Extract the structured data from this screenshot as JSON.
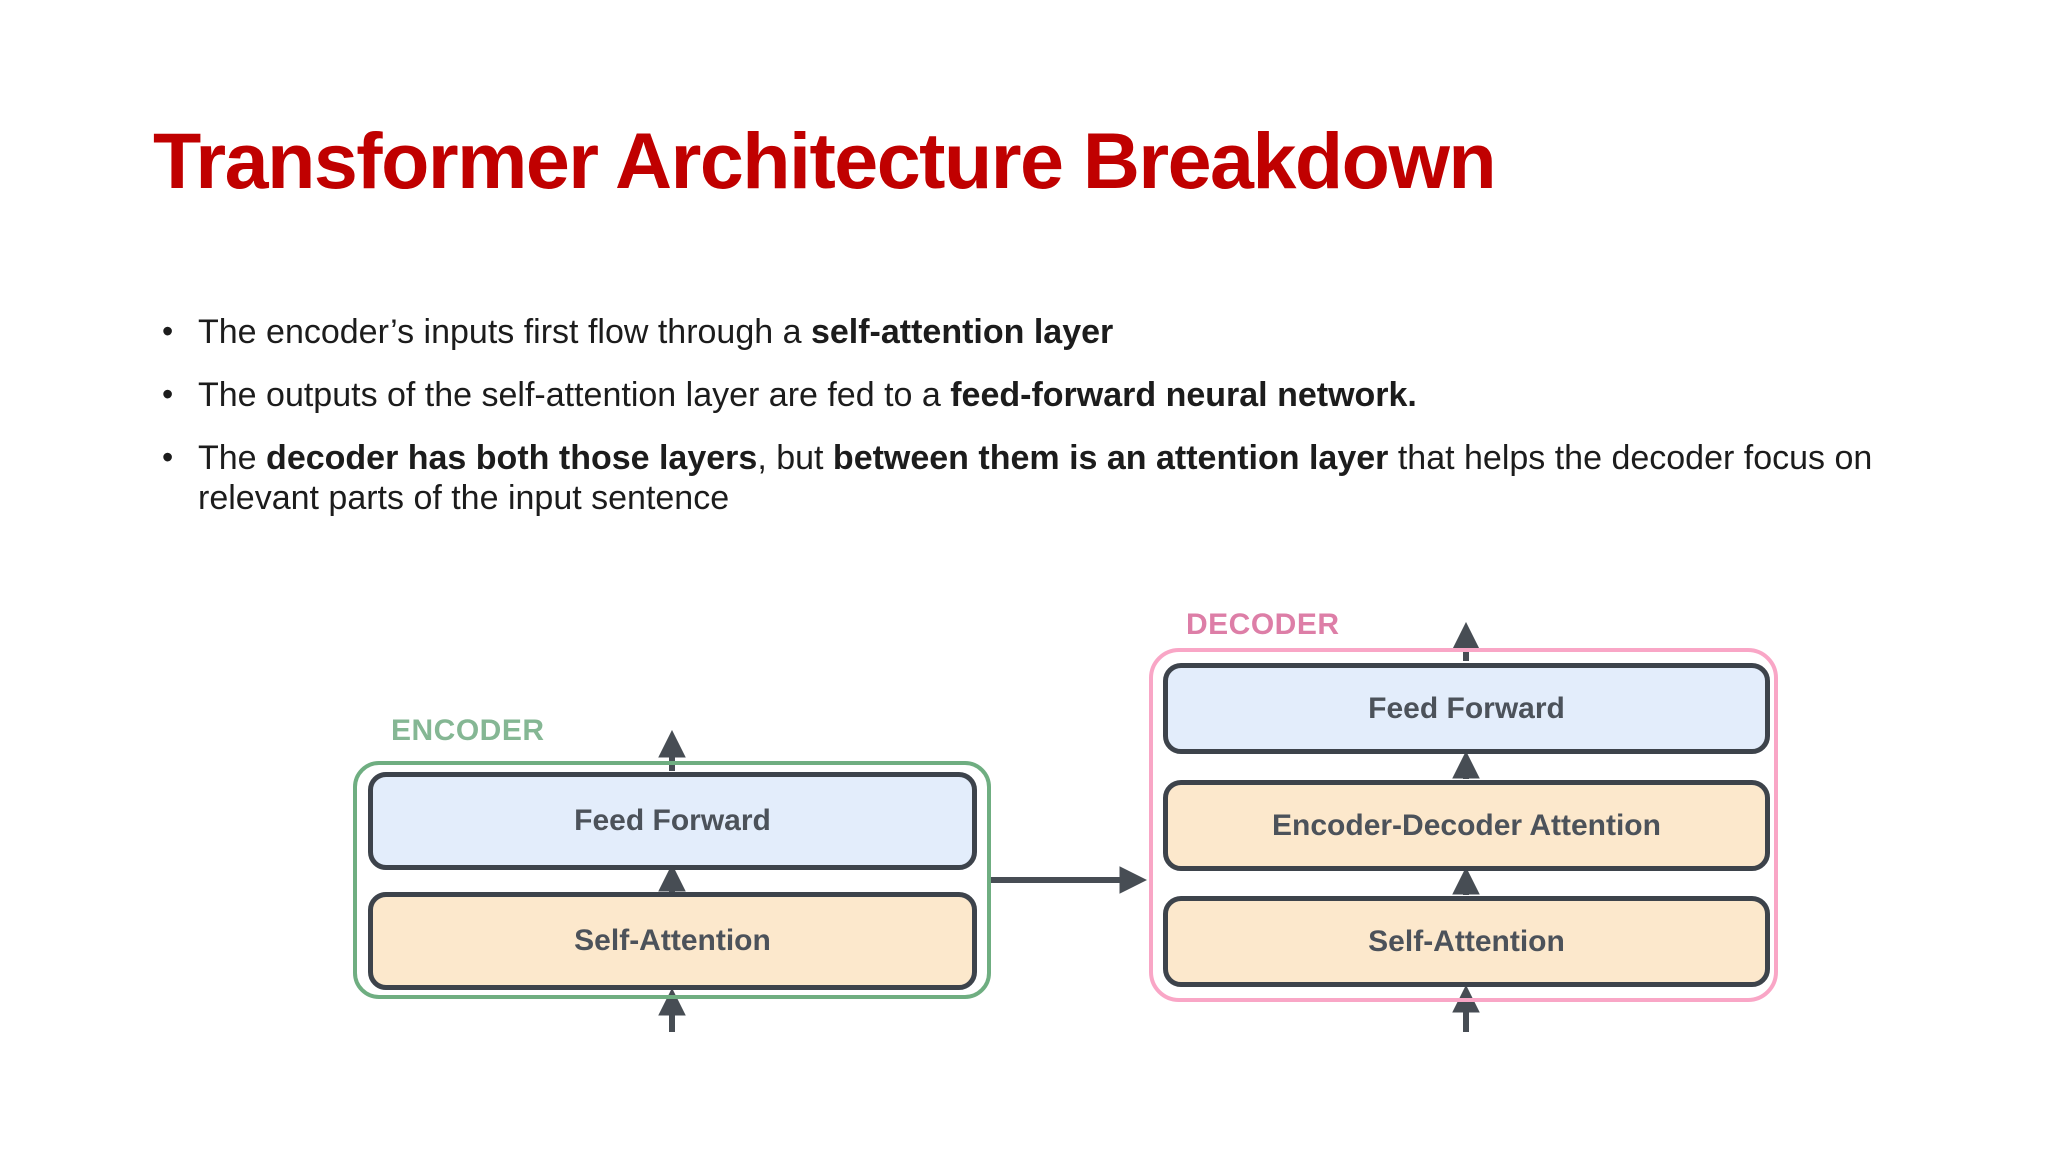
{
  "slide": {
    "title": "Transformer Architecture Breakdown",
    "bullets": [
      {
        "segments": [
          {
            "text": "The encoder’s inputs first flow through a ",
            "bold": false
          },
          {
            "text": "self-attention layer",
            "bold": true
          }
        ]
      },
      {
        "segments": [
          {
            "text": "The outputs of the self-attention layer are fed to a ",
            "bold": false
          },
          {
            "text": "feed-forward neural network.",
            "bold": true
          }
        ]
      },
      {
        "segments": [
          {
            "text": "The ",
            "bold": false
          },
          {
            "text": "decoder has both those layers",
            "bold": true
          },
          {
            "text": ", but ",
            "bold": false
          },
          {
            "text": "between them is an attention layer",
            "bold": true
          },
          {
            "text": " that helps the decoder focus on relevant parts of the input sentence",
            "bold": false
          }
        ]
      }
    ]
  },
  "diagram": {
    "encoder": {
      "label": "ENCODER",
      "blocks": [
        {
          "label": "Feed Forward",
          "kind": "feed-forward"
        },
        {
          "label": "Self-Attention",
          "kind": "attention"
        }
      ]
    },
    "decoder": {
      "label": "DECODER",
      "blocks": [
        {
          "label": "Feed Forward",
          "kind": "feed-forward"
        },
        {
          "label": "Encoder-Decoder Attention",
          "kind": "attention"
        },
        {
          "label": "Self-Attention",
          "kind": "attention"
        }
      ]
    },
    "connections": [
      "input-to-encoder-self-attention",
      "encoder-self-attention-to-feed-forward",
      "encoder-feed-forward-to-output",
      "encoder-to-decoder",
      "input-to-decoder-self-attention",
      "decoder-self-attention-to-encoder-decoder-attention",
      "decoder-encoder-decoder-attention-to-feed-forward",
      "decoder-feed-forward-to-output"
    ]
  },
  "colors": {
    "title": "#c00000",
    "body_text": "#1c1c1c",
    "background": "#ffffff",
    "encoder_border": "#6fae81",
    "encoder_label": "#85b794",
    "decoder_border": "#f9a6c6",
    "decoder_label": "#dd7ea7",
    "block_border": "#3d434b",
    "block_text": "#4c525a",
    "feed_forward_fill": "#e3edfb",
    "attention_fill": "#fce8cc",
    "arrow": "#474d54"
  }
}
